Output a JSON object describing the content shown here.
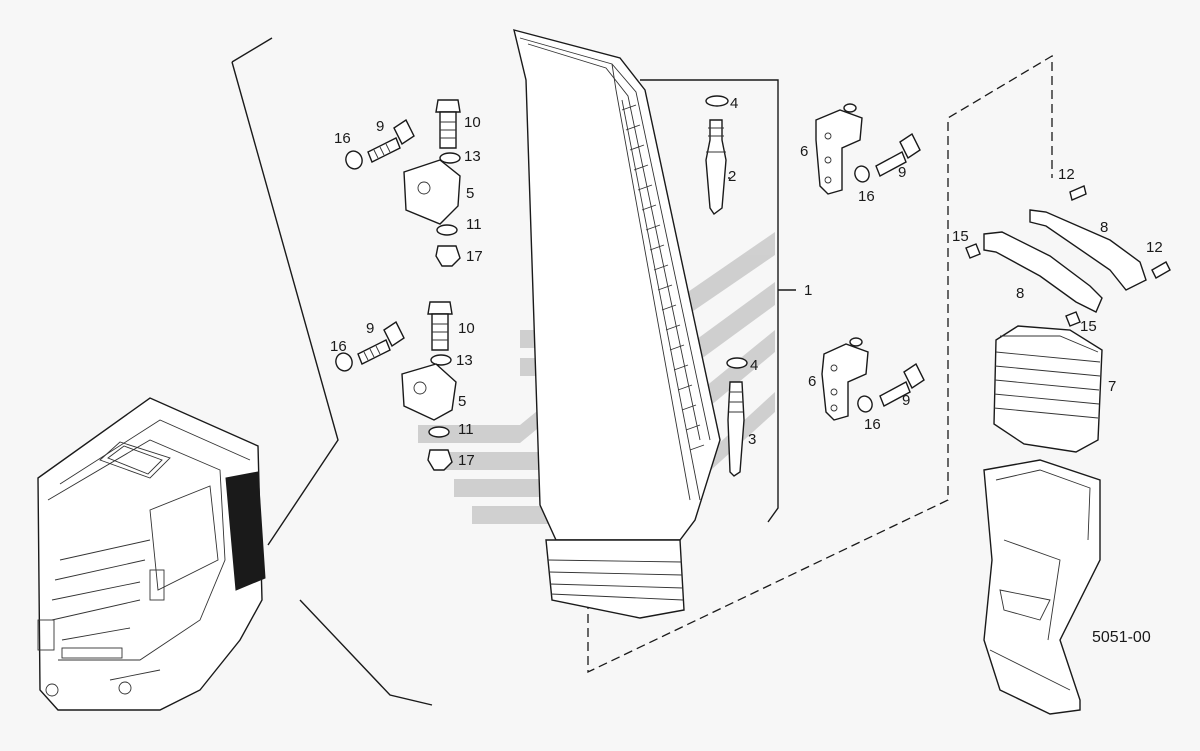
{
  "callouts": {
    "p1": "1",
    "p2": "2",
    "p3": "3",
    "p4_top": "4",
    "p4_bottom": "4",
    "p5_top": "5",
    "p5_bottom": "5",
    "p6_top": "6",
    "p6_bottom": "6",
    "p7": "7",
    "p8_top": "8",
    "p8_bottom": "8",
    "p9_top_left": "9",
    "p9_bottom_left": "9",
    "p9_top_right": "9",
    "p9_bottom_right": "9",
    "p10_top": "10",
    "p10_bottom": "10",
    "p11_top": "11",
    "p11_bottom": "11",
    "p12_top": "12",
    "p12_bottom": "12",
    "p13_top": "13",
    "p13_bottom": "13",
    "p15_left": "15",
    "p15_right": "15",
    "p16_top_left": "16",
    "p16_bottom_left": "16",
    "p16_top_right": "16",
    "p16_bottom_right": "16",
    "p17_top": "17",
    "p17_bottom": "17"
  },
  "drawing_number": "5051-00",
  "colors": {
    "line": "#1a1a1a",
    "background": "#f7f7f7",
    "watermark": "#c9c9c9"
  }
}
